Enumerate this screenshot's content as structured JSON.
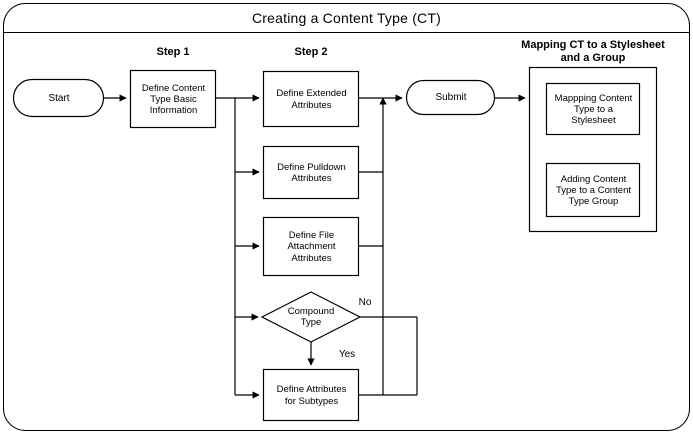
{
  "diagram": {
    "title": "Creating a Content Type (CT)",
    "headings": {
      "step1": "Step 1",
      "step2": "Step 2",
      "mapping": "Mapping CT to a Stylesheet\nand a Group"
    },
    "nodes": {
      "start": "Start",
      "define_basic": "Define Content\nType Basic\nInformation",
      "define_extended": "Define Extended\nAttributes",
      "define_pulldown": "Define Pulldown\nAttributes",
      "define_file_attachment": "Define File\nAttachment\nAttributes",
      "compound_type": "Compound\nType",
      "define_subtypes": "Define Attributes\nfor Subtypes",
      "submit": "Submit",
      "mapping_stylesheet": "Mappping Content\nType  to a\nStylesheet",
      "adding_group": "Adding Content\nType to a Content\nType Group"
    },
    "edge_labels": {
      "no": "No",
      "yes": "Yes"
    },
    "colors": {
      "stroke": "#000000",
      "fill": "#ffffff",
      "text": "#000000"
    }
  }
}
